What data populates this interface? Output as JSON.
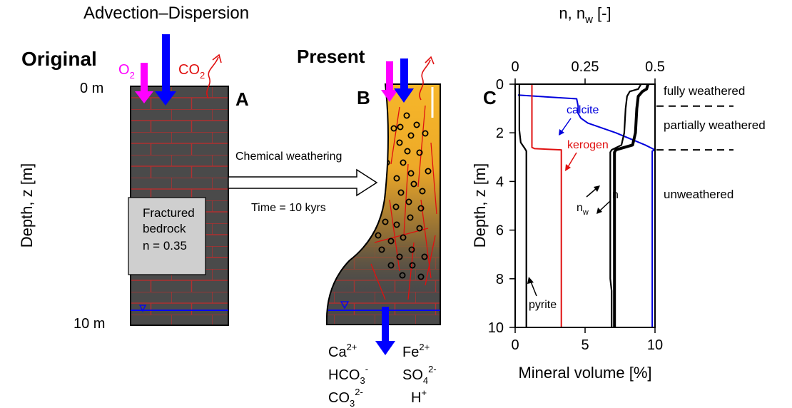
{
  "colors": {
    "rock": "#4a4a4a",
    "mortar": "#b03030",
    "oxygen": "#ff00ff",
    "co2": "#e01010",
    "water": "#0000ff",
    "calcite": "#0000dd",
    "kerogen": "#e01010",
    "gradient_top": "#f7b82a",
    "gradient_bottom": "#4a4a4a"
  },
  "top": {
    "advection_label": "Advection–Dispersion"
  },
  "panel_a": {
    "heading": "Original",
    "letter": "A",
    "o2_label": "O",
    "o2_sub": "2",
    "co2_label": "CO",
    "co2_sub": "2",
    "top_depth": "0 m",
    "bottom_depth": "10 m",
    "depth_axis_label": "Depth, z [m]",
    "box_line1": "Fractured",
    "box_line2": "bedrock",
    "box_line3": "n = 0.35"
  },
  "transition": {
    "top_label": "Chemical weathering",
    "bottom_label": "Time = 10 kyrs"
  },
  "panel_b": {
    "heading": "Present",
    "letter": "B",
    "ions_left": [
      {
        "base": "Ca",
        "sup": "2+",
        "sub": ""
      },
      {
        "base": "HCO",
        "sup": "-",
        "sub": "3"
      },
      {
        "base": "CO",
        "sup": "2-",
        "sub": "3"
      }
    ],
    "ions_right": [
      {
        "base": "Fe",
        "sup": "2+",
        "sub": ""
      },
      {
        "base": "SO",
        "sup": "2-",
        "sub": "4"
      },
      {
        "base": "H",
        "sup": "+",
        "sub": ""
      }
    ]
  },
  "panel_c": {
    "letter": "C",
    "top_axis_label_base": "n, n",
    "top_axis_label_sub": "w",
    "top_axis_label_tail": " [-]",
    "bottom_axis_label": "Mineral volume [%]",
    "left_axis_label": "Depth, z [m]",
    "zones": [
      "fully weathered",
      "partially weathered",
      "unweathered"
    ],
    "labels": {
      "calcite": "calcite",
      "kerogen": "kerogen",
      "pyrite": "pyrite",
      "n": "n",
      "nw_base": "n",
      "nw_sub": "w"
    }
  },
  "chart_data": {
    "type": "line",
    "title": "",
    "xlabel": "Mineral volume [%]",
    "x2label": "n, nw [-]",
    "ylabel": "Depth, z [m]",
    "xlim": [
      0,
      10
    ],
    "x2lim": [
      0,
      0.5
    ],
    "ylim": [
      10,
      0
    ],
    "x_ticks": [
      0,
      5,
      10
    ],
    "x2_ticks": [
      0,
      0.25,
      0.5
    ],
    "x2_tick_labels": [
      "0",
      "0.25",
      "0.5"
    ],
    "y_ticks": [
      0,
      2,
      4,
      6,
      8,
      10
    ],
    "series": [
      {
        "name": "calcite",
        "axis": "bottom",
        "points": [
          [
            0.2,
            0.45
          ],
          [
            4.4,
            0.6
          ],
          [
            4.5,
            0.9
          ],
          [
            4.5,
            1.2
          ],
          [
            4.7,
            1.4
          ],
          [
            5.2,
            1.6
          ],
          [
            7.2,
            2.0
          ],
          [
            9.3,
            2.5
          ],
          [
            10,
            2.7
          ],
          [
            9.8,
            2.75
          ],
          [
            9.8,
            10
          ]
        ]
      },
      {
        "name": "kerogen",
        "axis": "bottom",
        "points": [
          [
            1.2,
            0
          ],
          [
            1.2,
            2.6
          ],
          [
            1.4,
            2.65
          ],
          [
            3.3,
            2.7
          ],
          [
            3.3,
            10
          ]
        ]
      },
      {
        "name": "pyrite",
        "axis": "bottom",
        "points": [
          [
            0.3,
            0
          ],
          [
            0.3,
            1.9
          ],
          [
            0.4,
            2.4
          ],
          [
            0.7,
            2.65
          ],
          [
            0.8,
            2.75
          ],
          [
            0.8,
            10
          ]
        ]
      },
      {
        "name": "n",
        "axis": "top",
        "points": [
          [
            0.475,
            0
          ],
          [
            0.47,
            0.2
          ],
          [
            0.455,
            0.3
          ],
          [
            0.44,
            0.5
          ],
          [
            0.435,
            1
          ],
          [
            0.43,
            2
          ],
          [
            0.42,
            2.5
          ],
          [
            0.36,
            2.7
          ],
          [
            0.355,
            2.8
          ],
          [
            0.355,
            10
          ]
        ]
      },
      {
        "name": "nw",
        "axis": "top",
        "points": [
          [
            0.45,
            0
          ],
          [
            0.44,
            0.2
          ],
          [
            0.41,
            0.3
          ],
          [
            0.4,
            0.5
          ],
          [
            0.395,
            1
          ],
          [
            0.39,
            2
          ],
          [
            0.38,
            2.5
          ],
          [
            0.345,
            2.7
          ],
          [
            0.34,
            2.8
          ],
          [
            0.34,
            8
          ],
          [
            0.345,
            8.5
          ],
          [
            0.345,
            10
          ]
        ]
      }
    ],
    "zone_boundaries": [
      0.9,
      2.7
    ]
  }
}
